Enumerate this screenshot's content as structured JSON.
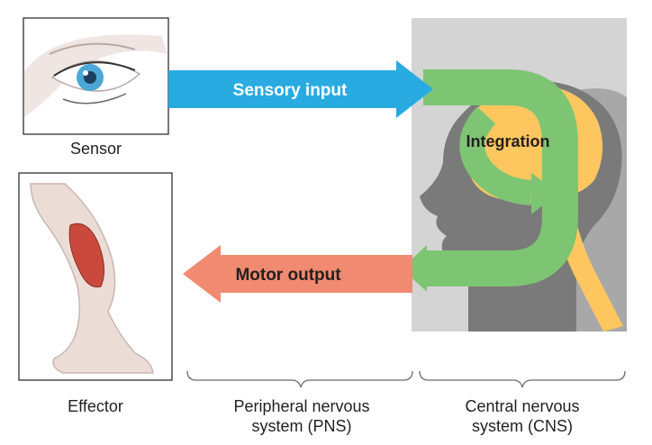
{
  "labels": {
    "sensory_input": "Sensory input",
    "integration": "Integration",
    "motor_output": "Motor output",
    "sensor": "Sensor",
    "effector": "Effector",
    "pns_line1": "Peripheral nervous",
    "pns_line2": "system (PNS)",
    "cns_line1": "Central nervous",
    "cns_line2": "system (CNS)"
  },
  "colors": {
    "sensory_arrow": "#29abe2",
    "integration_loop": "#7dc573",
    "motor_arrow": "#f08a70",
    "head_panel": "#d4d4d4",
    "head_silhouette": "#7a7a7a",
    "brain": "#fdc65f"
  },
  "icons": {
    "sensor_image": "eye-icon",
    "effector_image": "leg-muscle-icon"
  }
}
